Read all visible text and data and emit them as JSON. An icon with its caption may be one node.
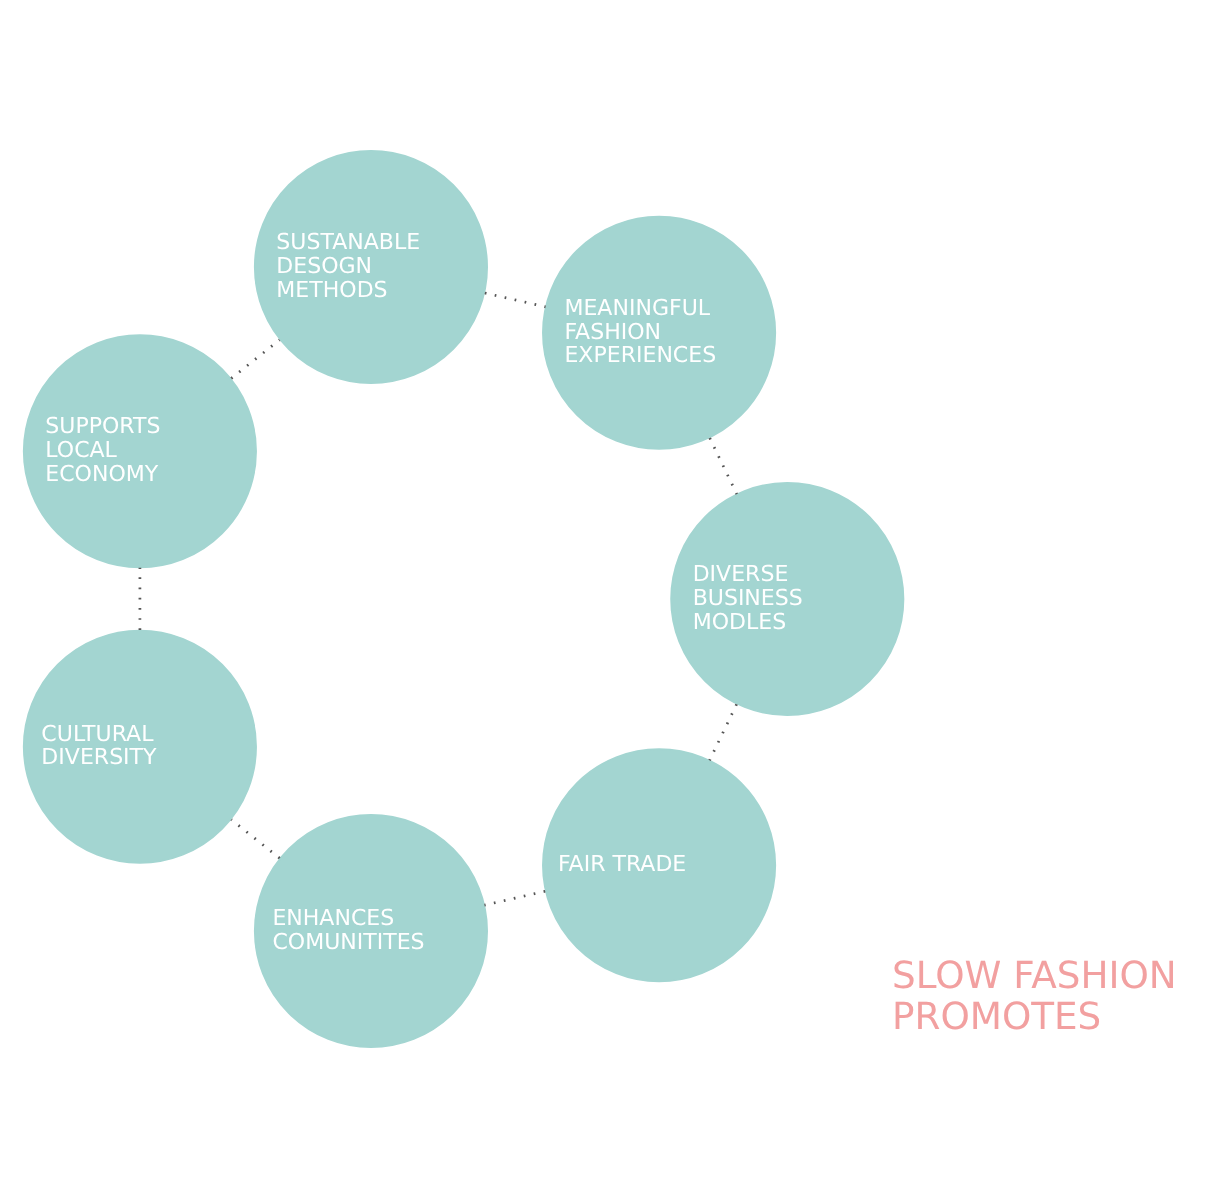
{
  "diagram": {
    "nodes": [
      {
        "text": [
          "FAIR TRADE"
        ]
      },
      {
        "text": [
          "ENHANCES COMUNITITES"
        ]
      },
      {
        "text": [
          "CULTURAL DIVERSITY"
        ]
      },
      {
        "text": [
          "SUPPORTS LOCAL ECONOMY"
        ]
      },
      {
        "text": [
          "SUSTANABLE DESOGN METHODS"
        ]
      },
      {
        "text": [
          "MEANINGFUL FASHION EXPERIENCES"
        ]
      },
      {
        "text": [
          "DIVERSE BUSINESS MODLES"
        ]
      }
    ],
    "edges": [
      {
        "from": 0,
        "to": 1,
        "arrow": "none"
      },
      {
        "from": 1,
        "to": 2,
        "arrow": "none"
      },
      {
        "from": 2,
        "to": 3,
        "arrow": "none"
      },
      {
        "from": 3,
        "to": 4,
        "arrow": "none"
      },
      {
        "from": 4,
        "to": 5,
        "arrow": "none"
      },
      {
        "from": 5,
        "to": 6,
        "arrow": "none"
      },
      {
        "from": 6,
        "to": 0,
        "arrow": "none"
      }
    ],
    "labels": [
      "SLOW FASHION PROMOTES"
    ]
  }
}
